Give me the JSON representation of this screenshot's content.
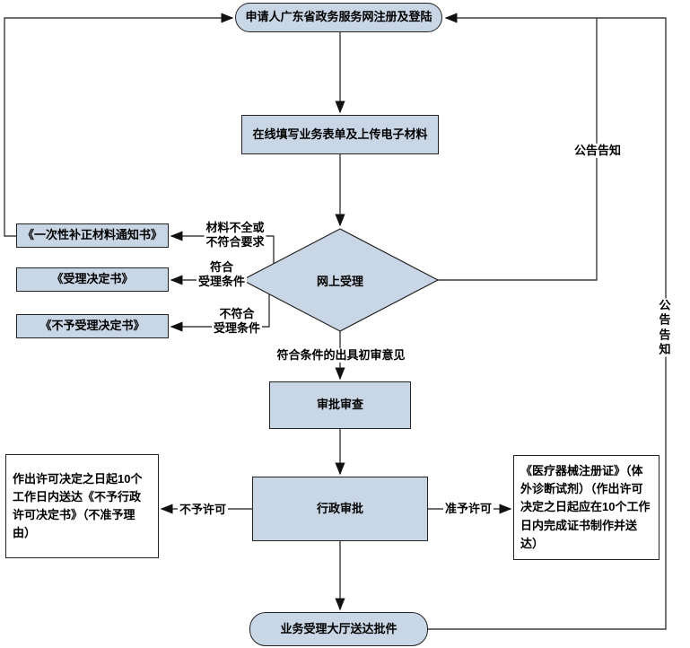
{
  "colors": {
    "node_fill": "#c9d6e5",
    "node_border": "#222222",
    "connector": "#3d3d3d",
    "arrowhead": "#111111",
    "background": "#ffffff"
  },
  "nodes": {
    "start": {
      "label": "申请人广东省政务服务网注册及登陆"
    },
    "online_form": {
      "label": "在线填写业务表单及上传电子材料"
    },
    "decision": {
      "label": "网上受理"
    },
    "supplement_notice": {
      "label": "《一次性补正材料通知书》"
    },
    "acceptance_decision": {
      "label": "《受理决定书》"
    },
    "rejection_decision": {
      "label": "《不予受理决定书》"
    },
    "review": {
      "label": "审批审查"
    },
    "admin_approval": {
      "label": "行政审批"
    },
    "deny_result": {
      "label": "作出许可决定之日起10个工作日内送达《不予行政许可决定书》（不准予理由）"
    },
    "grant_result": {
      "label": "《医疗器械注册证》（体外诊断试剂）（作出许可决定之日起应在10个工作日内完成证书制作并送达）"
    },
    "delivery": {
      "label": "业务受理大厅送达批件"
    }
  },
  "edge_labels": {
    "incomplete": "材料不全或\n不符合要求",
    "meets_conditions": "符合\n受理条件",
    "not_meets_conditions": "不符合\n受理条件",
    "initial_opinion": "符合条件的出具初审意见",
    "deny": "不予许可",
    "grant": "准予许可",
    "announce_top": "公告告知",
    "announce_right": "公告告知"
  }
}
